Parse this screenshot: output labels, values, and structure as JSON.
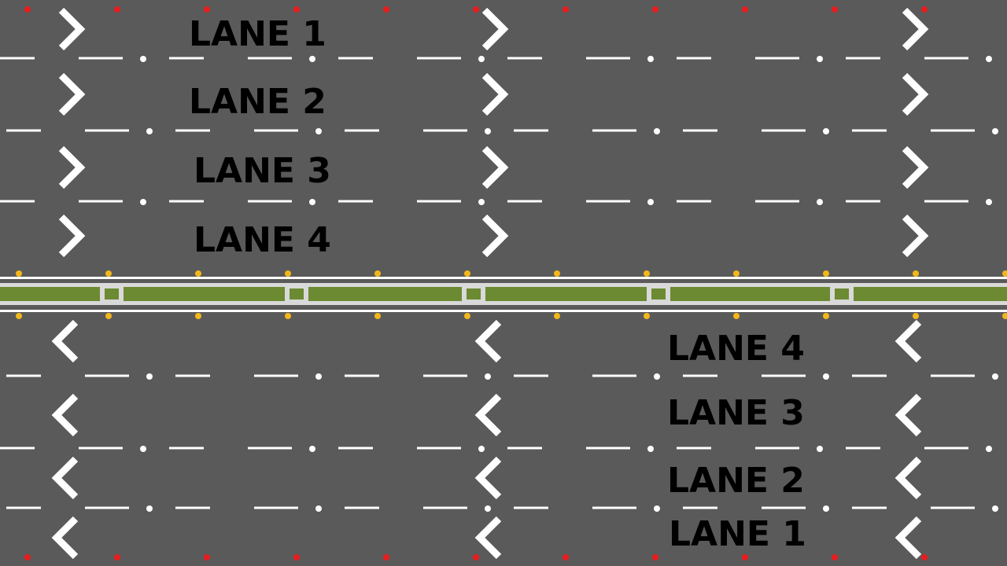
{
  "road": {
    "asphalt_color": "#5a5a5a",
    "marking_color": "#ffffff",
    "median_grass_color": "#6b8a32",
    "median_rail_color": "#d9d9d9",
    "edge_reflector_color": "#e81c1c",
    "median_reflector_color": "#f2b81b",
    "arrow_icon_top": "chevron-right-icon",
    "arrow_icon_bottom": "chevron-left-icon"
  },
  "top_carriageway": {
    "direction": "right",
    "lanes": [
      {
        "label": "LANE 1"
      },
      {
        "label": "LANE 2"
      },
      {
        "label": "LANE 3"
      },
      {
        "label": "LANE 4"
      }
    ]
  },
  "bottom_carriageway": {
    "direction": "left",
    "lanes": [
      {
        "label": "LANE 4"
      },
      {
        "label": "LANE 3"
      },
      {
        "label": "LANE 2"
      },
      {
        "label": "LANE 1"
      }
    ]
  }
}
